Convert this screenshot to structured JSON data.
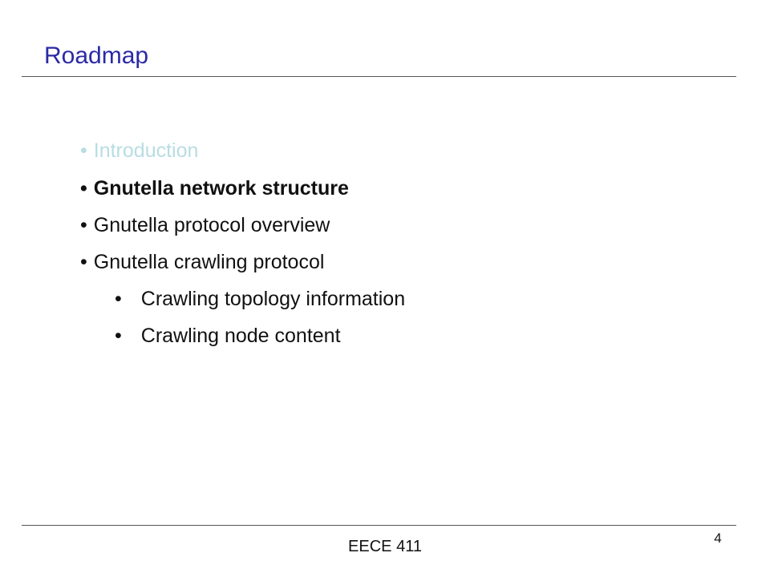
{
  "slide": {
    "title": "Roadmap",
    "bullets": [
      {
        "text": "Introduction",
        "style": "dimmed",
        "level": 1
      },
      {
        "text": "Gnutella network structure",
        "style": "bold",
        "level": 1
      },
      {
        "text": "Gnutella protocol overview",
        "style": "normal",
        "level": 1
      },
      {
        "text": "Gnutella crawling protocol",
        "style": "normal",
        "level": 1
      },
      {
        "text": "Crawling topology information",
        "style": "normal",
        "level": 2
      },
      {
        "text": "Crawling node content",
        "style": "normal",
        "level": 2
      }
    ],
    "bullet_symbol": "•",
    "footer": "EECE 411",
    "page_number": "4"
  },
  "colors": {
    "title": "#2b2aa6",
    "text": "#111111",
    "dimmed": "#b8dde3",
    "rule": "#555555"
  }
}
